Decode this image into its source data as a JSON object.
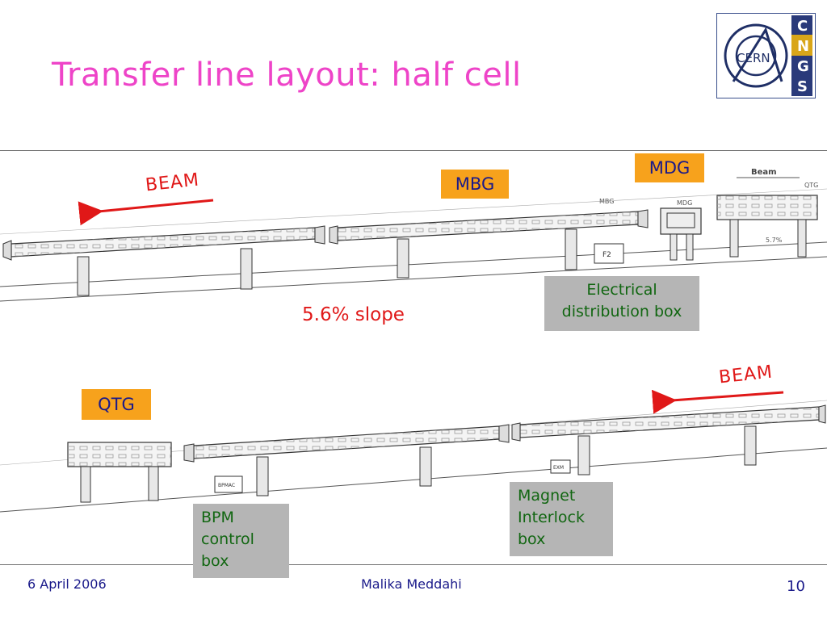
{
  "slide": {
    "title": "Transfer line layout: half cell",
    "logo": {
      "left_text": "CERN",
      "right_letters": [
        "C",
        "N",
        "G",
        "S"
      ]
    },
    "labels": {
      "beam_top": "BEAM",
      "beam_bottom": "BEAM",
      "mbg": "MBG",
      "mdg": "MDG",
      "qtg": "QTG",
      "slope": "5.6% slope",
      "electrical_line1": "Electrical",
      "electrical_line2": "distribution box",
      "bpm_line1": "BPM",
      "bpm_line2": "control",
      "bpm_line3": "box",
      "magnet_line1": "Magnet",
      "magnet_line2": "Interlock",
      "magnet_line3": "box"
    },
    "drawing_labels": {
      "beam": "Beam",
      "qtg": "QTG",
      "mbg": "MBG",
      "mdg": "MDG",
      "pct": "5.7%",
      "f2": "F2",
      "bpm_box": "BPMAC",
      "exm_box": "EXM"
    },
    "footer": {
      "date": "6 April 2006",
      "author": "Malika Meddahi",
      "page": "10"
    },
    "colors": {
      "title": "#ee44c8",
      "orange": "#f7a21c",
      "grey_box": "#b5b5b5",
      "beam_arrow": "#e01818",
      "footer_text": "#1a1a8a"
    }
  }
}
